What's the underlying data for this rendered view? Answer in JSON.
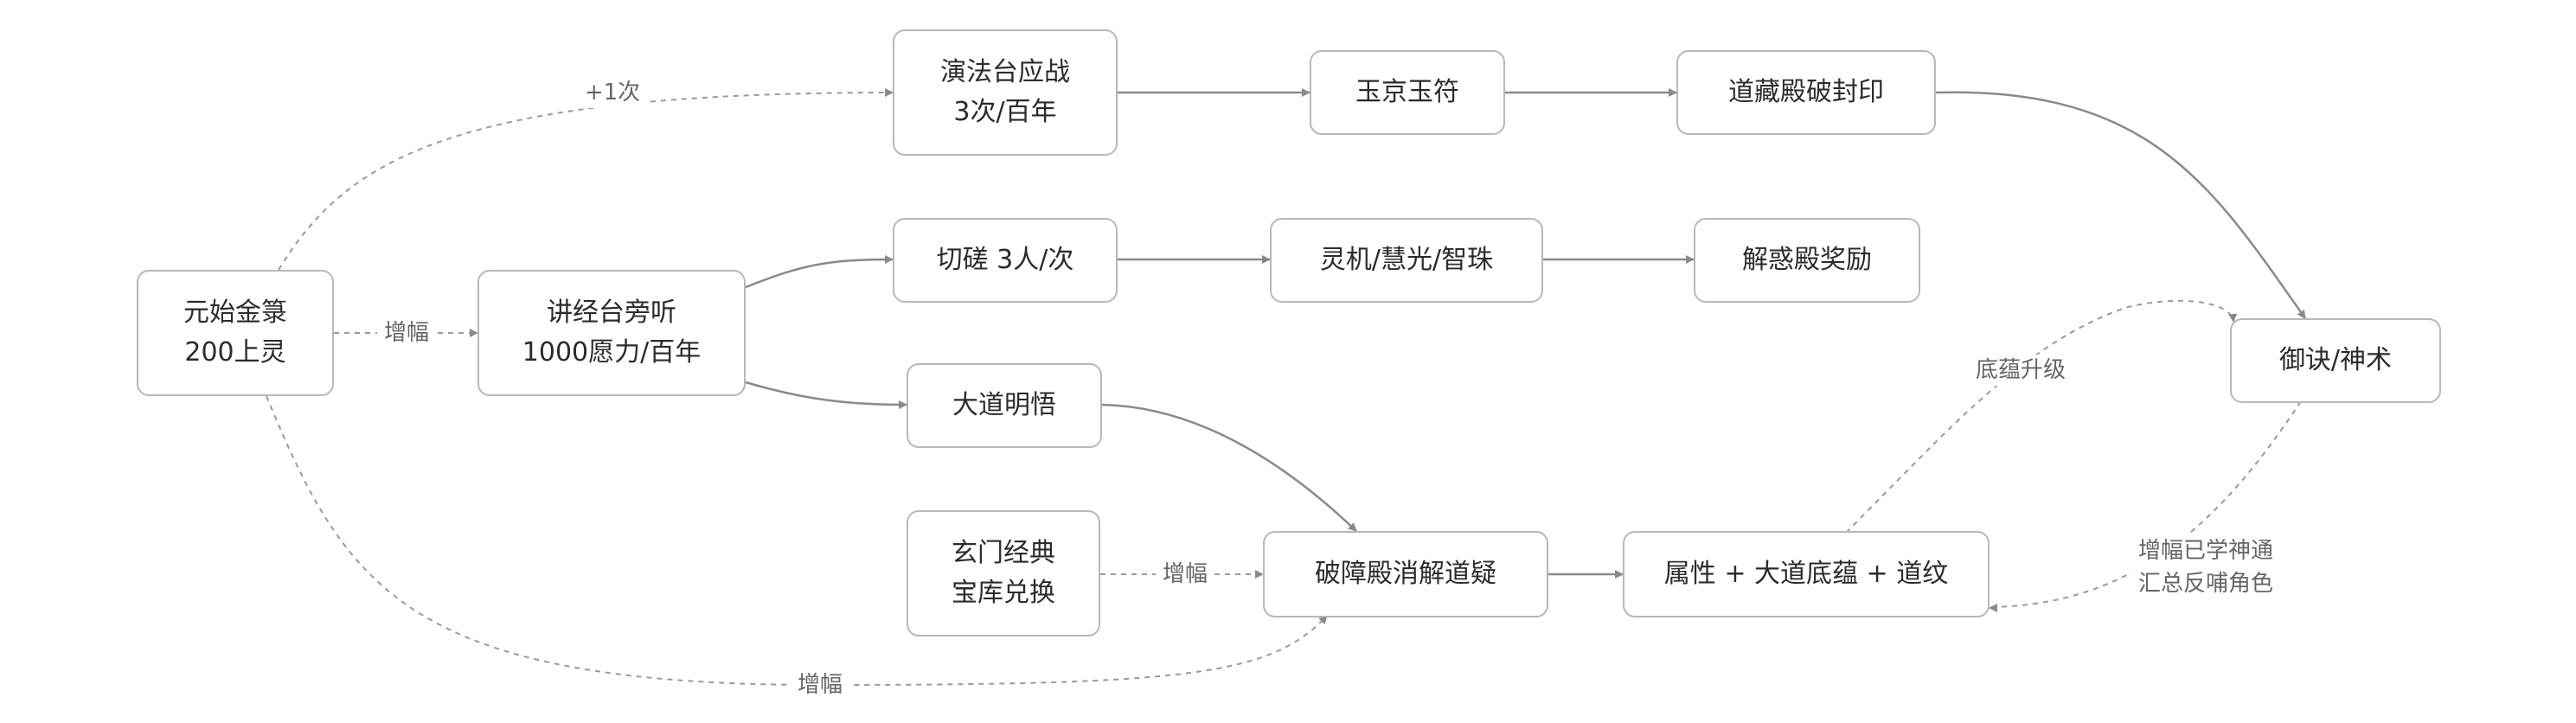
{
  "nodes": {
    "yuanshi": {
      "lines": [
        "元始金箓",
        "200上灵"
      ]
    },
    "jiangjing": {
      "lines": [
        "讲经台旁听",
        "1000愿力/百年"
      ]
    },
    "yanfa": {
      "lines": [
        "演法台应战",
        "3次/百年"
      ]
    },
    "yujing": {
      "lines": [
        "玉京玉符"
      ]
    },
    "daozang": {
      "lines": [
        "道藏殿破封印"
      ]
    },
    "qiecuo": {
      "lines": [
        "切磋 3人/次"
      ]
    },
    "lingji": {
      "lines": [
        "灵机/慧光/智珠"
      ]
    },
    "jiehuo": {
      "lines": [
        "解惑殿奖励"
      ]
    },
    "dadao": {
      "lines": [
        "大道明悟"
      ]
    },
    "xuanmen": {
      "lines": [
        "玄门经典",
        "宝库兑换"
      ]
    },
    "pozhang": {
      "lines": [
        "破障殿消解道疑"
      ]
    },
    "shuxing": {
      "lines": [
        "属性 + 大道底蕴 + 道纹"
      ]
    },
    "yujue": {
      "lines": [
        "御诀/神术"
      ]
    }
  },
  "edge_labels": {
    "plus_one": "+1次",
    "boost_a": "增幅",
    "boost_b": "增幅",
    "boost_c": "增幅",
    "diyun": "底蕴升级",
    "feedback_1": "增幅已学神通",
    "feedback_2": "汇总反哺角色"
  },
  "colors": {
    "stroke": "#8a8a8a",
    "box_border": "#b8b8b8",
    "text": "#2b2b2b",
    "label": "#666666"
  }
}
